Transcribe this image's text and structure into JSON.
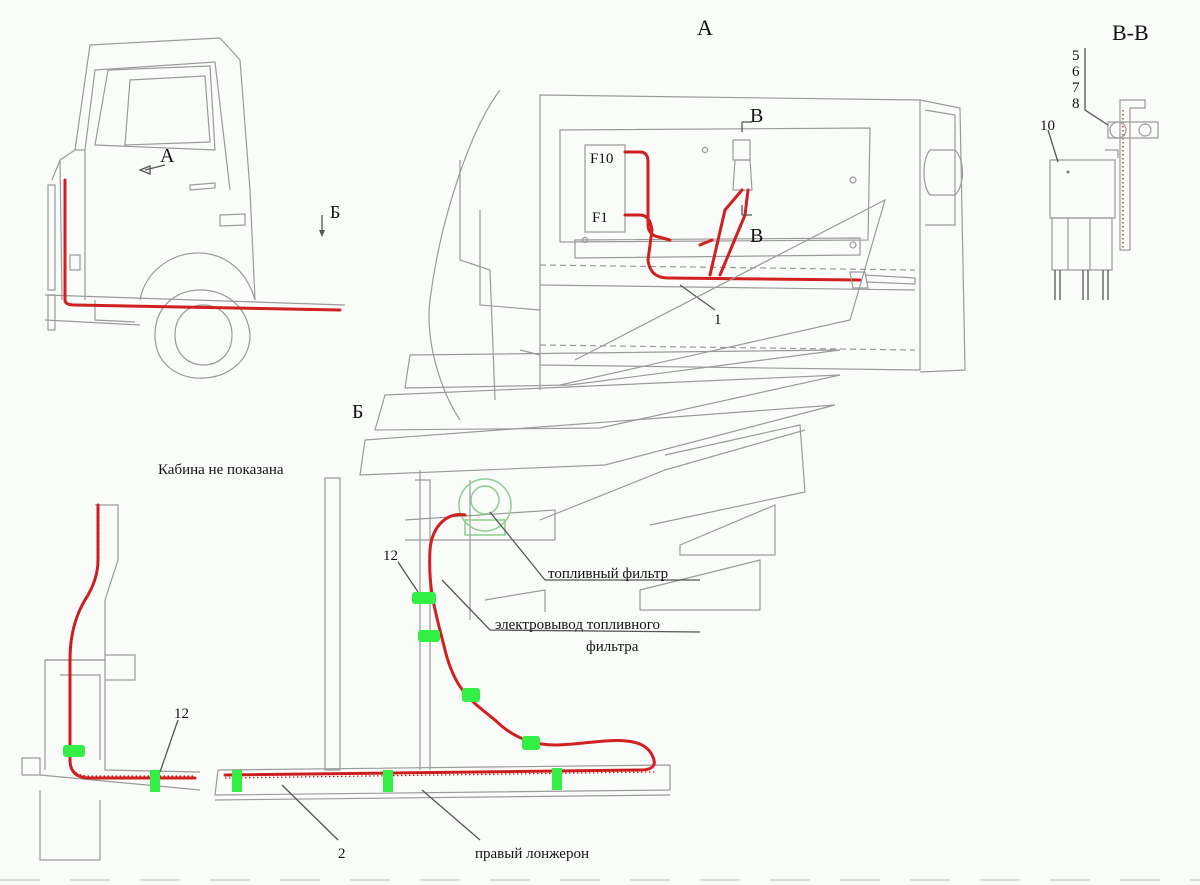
{
  "labels": {
    "view_a": "А",
    "view_b": "Б",
    "section_b": "В-В",
    "section_b_mark": "В",
    "arrow_a": "А",
    "arrow_b": "Б",
    "fuse_f10": "F10",
    "fuse_f1": "F1",
    "part_1": "1",
    "part_2": "2",
    "part_5": "5",
    "part_6": "6",
    "part_7": "7",
    "part_8": "8",
    "part_10": "10",
    "part_12": "12",
    "cabin_note": "Кабина не показана",
    "fuel_filter": "топливный фильтр",
    "fuel_filter_lead_1": "электровывод топливного",
    "fuel_filter_lead_2": "фильтра",
    "right_spar": "правый лонжерон"
  },
  "colors": {
    "wire": "#d21f1f",
    "clamp": "#33ee44",
    "outline": "#9a9a9a",
    "filter": "#8ccf8c"
  }
}
